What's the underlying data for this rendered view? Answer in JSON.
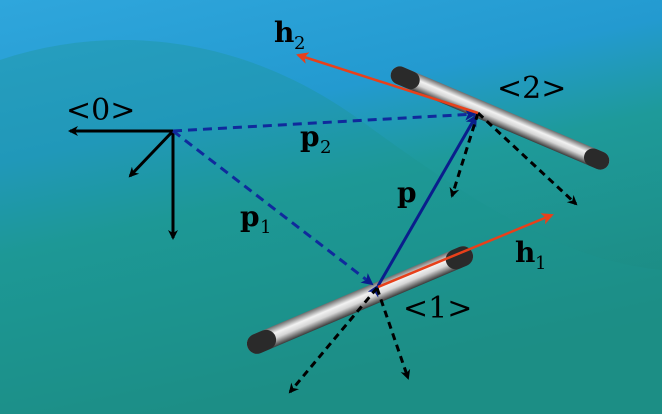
{
  "frames": {
    "world": "<0>",
    "vehicle_1": "<1>",
    "vehicle_2": "<2>"
  },
  "vectors": {
    "p": "p",
    "p1_main": "p",
    "p1_sub": "1",
    "p2_main": "p",
    "p2_sub": "2",
    "h1_main": "h",
    "h1_sub": "1",
    "h2_main": "h",
    "h2_sub": "2"
  },
  "colors": {
    "water_top": "#2b9cd2",
    "water_bottom": "#1f8f86",
    "position_vector": "#0a1e8c",
    "dashed_position": "#102a9c",
    "heading_vector": "#e8401a",
    "frame_axes": "#000000"
  }
}
